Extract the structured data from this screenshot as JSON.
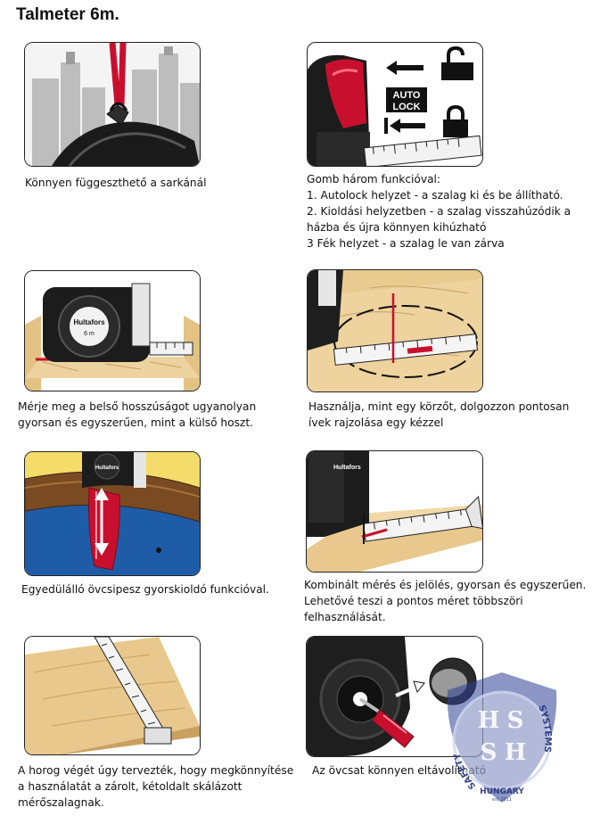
{
  "page": {
    "title": "Talmeter 6m.",
    "colors": {
      "accent_red": "#c8102e",
      "ink": "#111111",
      "wood": "#e8c88c",
      "belt_yellow": "#f4dc6a",
      "belt_blue": "#1e5ca8",
      "belt_brown": "#7a4b22"
    }
  },
  "panels": [
    {
      "id": "hang",
      "illustration": {
        "icon": "tape-hanging-strap",
        "strap_label": ""
      },
      "caption": [
        "Könnyen függeszthető a sarkánál"
      ]
    },
    {
      "id": "button",
      "illustration": {
        "icon": "tape-lock-button",
        "label_top": "AUTO",
        "label_bottom": "LOCK",
        "icons": [
          "arrow-left-icon",
          "unlock-icon",
          "arrow-left-stop-icon",
          "lock-icon"
        ]
      },
      "caption": [
        "Gomb három funkcióval:",
        "1. Autolock helyzet - a szalag ki és be állítható.",
        "2. Kioldási helyzetben - a szalag visszahúzódik a",
        "házba és újra könnyen kihúzható",
        "3 Fék helyzet - a szalag le van zárva"
      ]
    },
    {
      "id": "inside",
      "illustration": {
        "icon": "tape-inside-measure",
        "brand": "Hultafors",
        "model": "6 m"
      },
      "caption": [
        "Mérje meg a belső hosszúságot ugyanolyan",
        "gyorsan és egyszerűen, mint a külső hoszt."
      ]
    },
    {
      "id": "compass",
      "illustration": {
        "icon": "tape-compass-arc"
      },
      "caption": [
        "Használja, mint egy körzőt, dolgozzon pontosan",
        "ívek rajzolása egy kézzel"
      ]
    },
    {
      "id": "belt",
      "illustration": {
        "icon": "tape-belt-clip",
        "brand": "Hultafors"
      },
      "caption": [
        "Egyedülálló övcsipesz gyorskioldó funkcióval."
      ]
    },
    {
      "id": "mark",
      "illustration": {
        "icon": "tape-measure-mark",
        "brand": "Hultafors"
      },
      "caption": [
        "Kombinált mérés és jelölés, gyorsan és egyszerűen.",
        "Lehetővé teszi a pontos méret többszöri",
        "felhasználását."
      ]
    },
    {
      "id": "hook",
      "illustration": {
        "icon": "tape-hook-blade"
      },
      "caption": [
        "A horog végét úgy tervezték, hogy megkönnyítése",
        "a használatát a zárolt, kétoldalt skálázott",
        "mérőszalagnak."
      ]
    },
    {
      "id": "clip-remove",
      "illustration": {
        "icon": "tape-clip-screwdriver"
      },
      "caption": [
        "Az övcsat könnyen eltávolítható"
      ]
    }
  ],
  "logo": {
    "letters": [
      "H",
      "S",
      "S",
      "H"
    ],
    "ring_left": "SAFETY",
    "ring_right": "SYSTEMS",
    "ring_bottom": "HUNGARY",
    "year": "est.2011"
  }
}
